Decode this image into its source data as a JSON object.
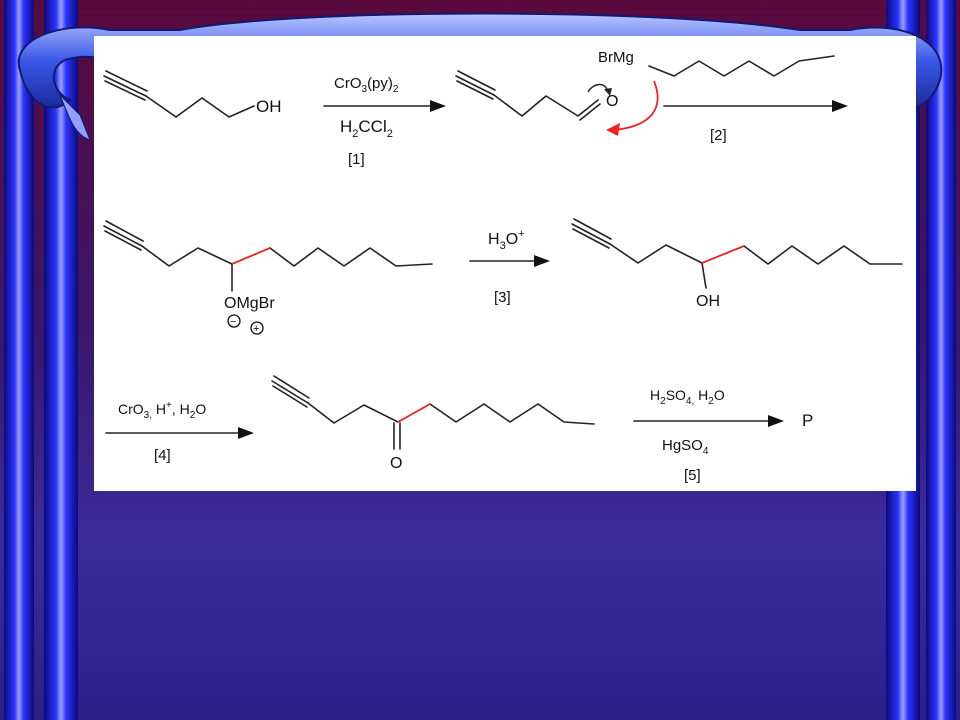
{
  "slide": {
    "background_colors": [
      "#5a0a3c",
      "#3a1668",
      "#2d1f86"
    ],
    "pillar_color": "#2b33ff"
  },
  "scheme": {
    "accent_color": "#ee2222",
    "step1": {
      "start_group": "OH",
      "reagent_top_base": "CrO",
      "reagent_top_sub1": "3",
      "reagent_top_mid": "(py)",
      "reagent_top_sub2": "2",
      "reagent_bottom_a": "H",
      "reagent_bottom_sub1": "2",
      "reagent_bottom_b": "CCl",
      "reagent_bottom_sub2": "2",
      "step_label": "[1]"
    },
    "step2": {
      "aldehyde_o": "O",
      "grignard_label": "BrMg",
      "step_label": "[2]"
    },
    "step3": {
      "alkoxide_label": "OMgBr",
      "charge_minus": "−",
      "charge_plus": "+",
      "reagent_base": "H",
      "reagent_sub": "3",
      "reagent_o": "O",
      "reagent_sup": "+",
      "step_label": "[3]",
      "alcohol_group": "OH"
    },
    "step4": {
      "reagent_a": "CrO",
      "reagent_sub1": "3,",
      "reagent_b": " H",
      "reagent_sup": "+",
      "reagent_c": ", H",
      "reagent_sub2": "2",
      "reagent_d": "O",
      "step_label": "[4]",
      "ketone_o": "O"
    },
    "step5": {
      "reagent_top_a": "H",
      "reagent_top_sub1": "2",
      "reagent_top_b": "SO",
      "reagent_top_sub2": "4,",
      "reagent_top_c": " H",
      "reagent_top_sub3": "2",
      "reagent_top_d": "O",
      "reagent_bottom_base": "HgSO",
      "reagent_bottom_sub": "4",
      "step_label": "[5]",
      "product_label": "P"
    }
  }
}
